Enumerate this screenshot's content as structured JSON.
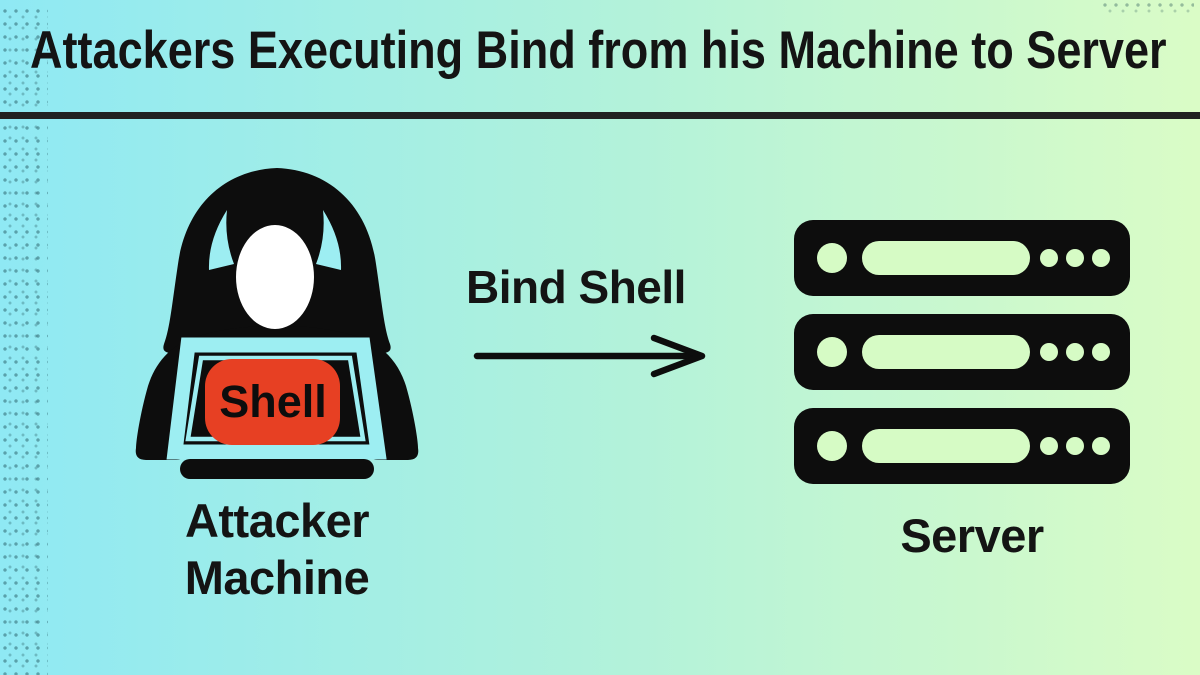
{
  "header": {
    "title": "Attackers Executing Bind from his Machine to Server"
  },
  "attacker": {
    "badge_label": "Shell",
    "label_line1": "Attacker",
    "label_line2": "Machine"
  },
  "connection": {
    "label": "Bind Shell",
    "arrow_direction": "right"
  },
  "server": {
    "label": "Server",
    "rack_units": 3
  },
  "colors": {
    "bg_left": "#8FE9F4",
    "bg_mid": "#AFF1DC",
    "bg_right": "#DAFCC6",
    "ink": "#141414",
    "divider": "#212121",
    "icon_black": "#0D0D0D",
    "badge_red": "#E74023",
    "icon_gap_cyan": "#9DEEF2",
    "icon_gap_green": "#D6FBC5",
    "face_white": "#FFFFFF"
  }
}
